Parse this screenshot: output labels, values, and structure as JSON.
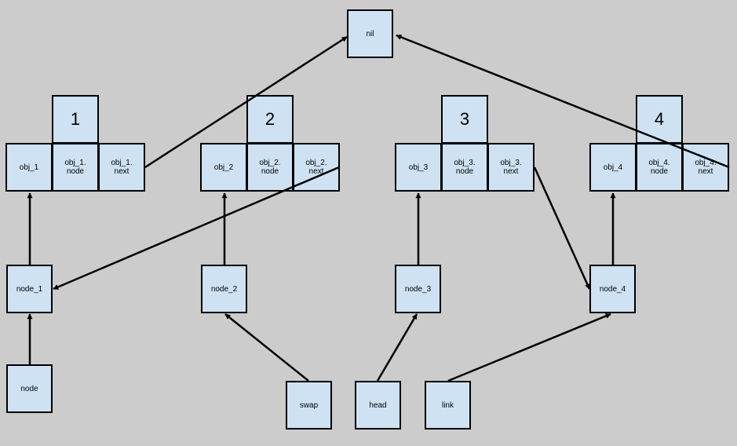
{
  "nil": "nil",
  "objects": [
    {
      "number": "1",
      "obj": "obj_1",
      "node": "obj_1.\nnode",
      "next": "obj_1.\nnext",
      "node_var": "node_1"
    },
    {
      "number": "2",
      "obj": "obj_2",
      "node": "obj_2.\nnode",
      "next": "obj_2.\nnext",
      "node_var": "node_2"
    },
    {
      "number": "3",
      "obj": "obj_3",
      "node": "obj_3.\nnode",
      "next": "obj_3.\nnext",
      "node_var": "node_3"
    },
    {
      "number": "4",
      "obj": "obj_4",
      "node": "obj_4.\nnode",
      "next": "obj_4.\nnext",
      "node_var": "node_4"
    }
  ],
  "vars": {
    "node": "node",
    "swap": "swap",
    "head": "head",
    "link": "link"
  }
}
